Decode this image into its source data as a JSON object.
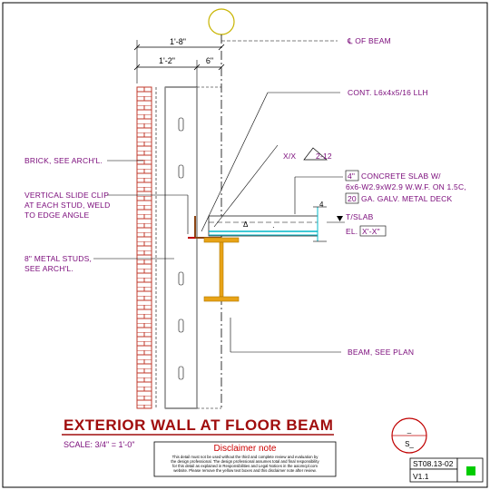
{
  "grid_bubble": "",
  "dims": {
    "overall": "1'-8\"",
    "left": "1'-2\"",
    "right": "6\""
  },
  "labels": {
    "centerline": "℄ OF BEAM",
    "angle": "CONT. L6x4x5/16 LLH",
    "slope": "X/X",
    "slope_ratio": "2-12",
    "slab_prefix": "4\"",
    "slab_line1": "CONCRETE SLAB W/",
    "slab_line2": "6x6-W2.9xW2.9 W.W.F. ON 1.5C,",
    "slab_gauge": "20",
    "slab_line3": "GA. GALV. METAL DECK",
    "tos": "T/SLAB",
    "el_prefix": "EL.",
    "el_value": "X'-X\"",
    "brick": "BRICK, SEE ARCH'L.",
    "clip_line1": "VERTICAL SLIDE CLIP",
    "clip_line2": "AT EACH STUD, WELD",
    "clip_line3": "TO EDGE ANGLE",
    "studs_line1": "8\" METAL STUDS,",
    "studs_line2": "SEE ARCH'L.",
    "beam": "BEAM, SEE PLAN"
  },
  "title": "EXTERIOR WALL AT FLOOR BEAM",
  "scale": "SCALE: 3/4\" = 1'-0\"",
  "section_bubble": {
    "top": "_",
    "bottom": "S_"
  },
  "disclaimer": {
    "heading": "Disclaimer note",
    "line1": "This detail must not be used without the third and complete review and evaluation by",
    "line2": "the design professional. The design professional assumes total and final responsibility",
    "line3": "for this detail as explained in Responsibilities and Legal Notices in the axiomcpl.com",
    "line4": "website. Please remove the yellow text boxes and this disclaimer note after review."
  },
  "sheet": {
    "number": "ST08.13-02",
    "version": "V1.1"
  },
  "colors": {
    "title": "#a00d0d",
    "notes": "#7a0a7a",
    "steel": "#e8a317",
    "brick": "#c0392b",
    "deck": "#00b8c8",
    "status": "#00cc00"
  }
}
